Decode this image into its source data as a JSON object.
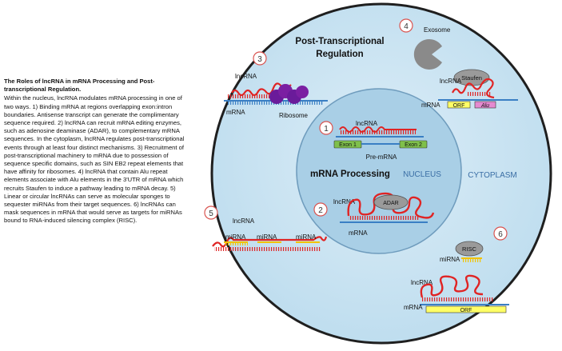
{
  "caption": {
    "title": "The Roles of lncRNA in mRNA Processing and Post-transcriptional  Regulation.",
    "body": "Within the nucleus, lncRNA modulates mRNA processing in one of two ways. 1) Binding mRNA at regions overlapping exon:intron boundaries. Antisense transcript can generate the complimentary sequence required. 2) lncRNA can recruit mRNA editing enzymes, such as adenosine deaminase (ADAR), to complementary mRNA sequences. In the cytoplasm, lncRNA regulates post-transcriptional events through at least four distinct mechanisms.  3) Recruitment of post-transcriptional machinery to mRNA due to possession of sequence specific domains, such as SIN EB2 repeat elements that have affinity for ribosomes. 4) lncRNA that contain Alu repeat elements associate with Alu elements in the 3'UTR of mRNA which recruits Staufen to induce a pathway leading to mRNA decay. 5) Linear or circular lncRNAs can serve as molecular sponges to sequester miRNAs from their target sequences. 6) lncRNAs can mask sequences in mRNA that would serve as targets for miRNAs bound to RNA-induced silencing complex (RISC)."
  },
  "diagram": {
    "heading_line1": "Post-Transcriptional",
    "heading_line2": "Regulation",
    "nucleus_heading": "mRNA Processing",
    "nucleus_label": "NUCLEUS",
    "cytoplasm_label": "CYTOPLASM",
    "steps": [
      "1",
      "2",
      "3",
      "4",
      "5",
      "6"
    ],
    "labels": {
      "lncrna": "lncRNA",
      "mrna": "mRNA",
      "ribosome": "Ribosome",
      "exosome": "Exosome",
      "staufen": "Staufen",
      "orf": "ORF",
      "alu": "Alu",
      "exon1": "Exon 1",
      "exon2": "Exon 2",
      "pre_mrna": "Pre-mRNA",
      "adar": "ADAR",
      "mirna": "miRNA",
      "risc": "RISC"
    }
  },
  "colors": {
    "cell_fill": "#cfe6f3",
    "cell_border": "#1f1f1f",
    "nucleus_fill": "#a9cfe6",
    "nucleus_border": "#6f9cbd",
    "rna_red": "#e02424",
    "mrna_blue": "#3a7fc4",
    "mirna_yellow": "#f2c300",
    "ribosome_purple": "#6a1b9a",
    "exon_green": "#7fc04b",
    "orf_yellow": "#ffff66",
    "alu_pink": "#e58ad0",
    "protein_gray": "#9a9a9a",
    "step_circle_red": "#d9534f",
    "nucleus_text": "#3a6ea5"
  }
}
